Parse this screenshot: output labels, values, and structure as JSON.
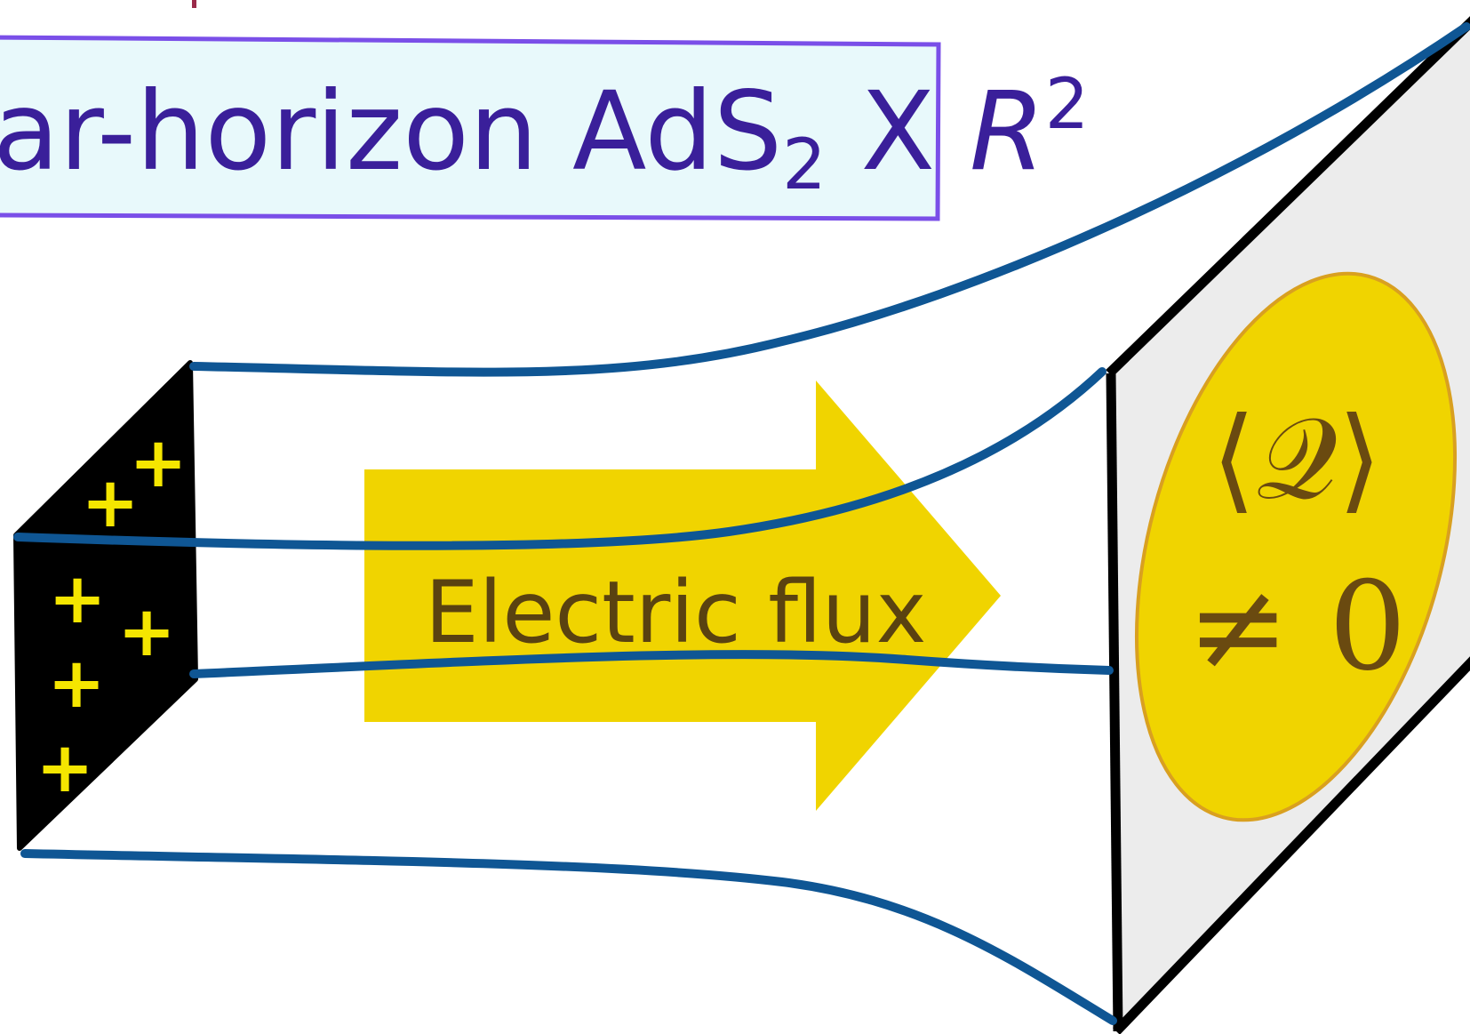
{
  "title": {
    "main": "ar-horizon AdS",
    "subscript": "2",
    "connector": " X ",
    "space": "R",
    "superscript": "2"
  },
  "arrow": {
    "label": "Electric flux"
  },
  "charges": {
    "symbols": [
      "+",
      "+",
      "+",
      "+",
      "+",
      "+"
    ]
  },
  "boundary": {
    "operator": "⟨𝒬⟩",
    "relation": "≠ 0"
  },
  "colors": {
    "title_border": "#7a4fe8",
    "title_fill": "#e8f9fb",
    "title_text": "#3a1f9a",
    "flux_lines": "#0f5694",
    "arrow_fill": "#f0d400",
    "arrow_text": "#5a4210",
    "charge_plate": "#000000",
    "charge_symbol": "#f5e600",
    "boundary_plane": "#ececec",
    "condensate_fill": "#f0d400",
    "condensate_edge": "#d9a020",
    "math_text": "#6a4a10"
  }
}
